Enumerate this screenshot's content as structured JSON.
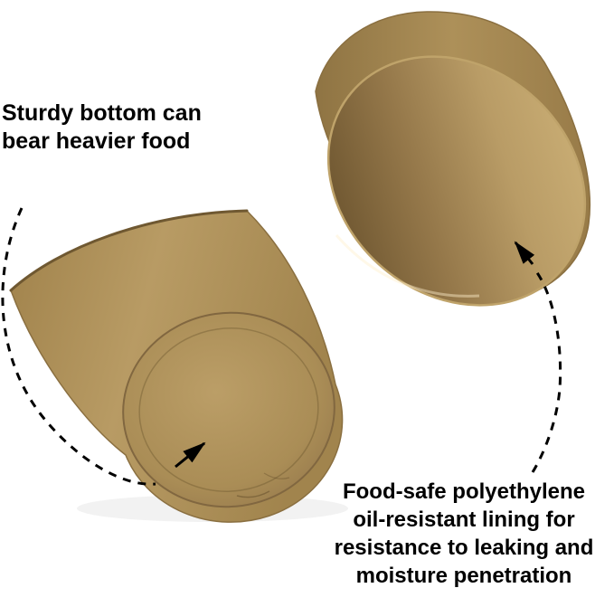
{
  "annotations": {
    "sturdy_bottom": {
      "lines": [
        "Sturdy bottom can",
        "bear heavier food"
      ]
    },
    "food_safe_lining": {
      "lines": [
        "Food-safe polyethylene",
        "oil-resistant lining for",
        "resistance to leaking and",
        "moisture penetration"
      ]
    }
  },
  "colors": {
    "background": "#ffffff",
    "annotation_text": "#000000",
    "connector_line": "#000000",
    "kraft_body": "#ab8e57",
    "kraft_shadow": "#8f7443",
    "kraft_highlight": "#c9ad74",
    "cup_bottom_disk": "#a98c55",
    "rim_edge": "#6f5831"
  }
}
